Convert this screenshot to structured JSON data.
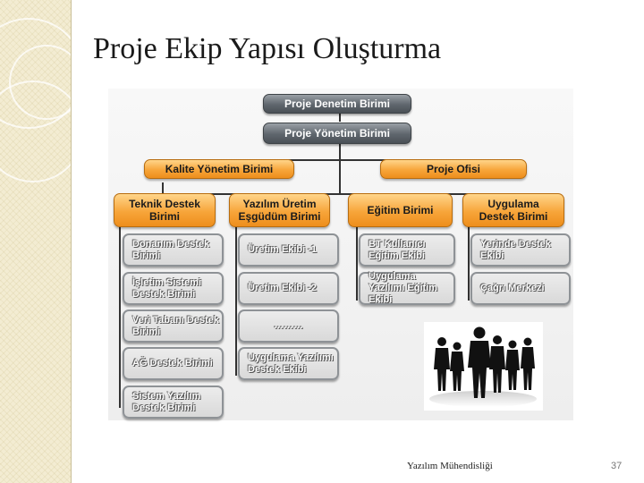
{
  "slide": {
    "title": "Proje Ekip Yapısı Oluşturma",
    "footer": "Yazılım Mühendisliği",
    "page_number": "37"
  },
  "org_chart": {
    "top": [
      "Proje Denetim Birimi",
      "Proje Yönetim Birimi"
    ],
    "level2": [
      "Kalite Yönetim Birimi",
      "Proje Ofisi"
    ],
    "units": [
      {
        "name": "Teknik Destek Birimi",
        "teams": [
          "Donanım Destek Birimi",
          "İşletim Sistemi Destek Birimi",
          "Veri Tabanı Destek Birimi",
          "AĞ Destek Birimi",
          "Sistem Yazılım Destek Birimi"
        ]
      },
      {
        "name": "Yazılım Üretim Eşgüdüm Birimi",
        "teams": [
          "Üretim Ekibi -1",
          "Üretim Ekibi -2",
          "………",
          "Uygulama Yazılımı Destek Ekibi"
        ]
      },
      {
        "name": "Eğitim Birimi",
        "teams": [
          "BT Kullanıcı Eğitim Ekibi",
          "Uygulama Yazılımı Eğitim Ekibi"
        ]
      },
      {
        "name": "Uygulama Destek Birimi",
        "teams": [
          "Yerinde Destek Ekibi",
          "Çağrı Merkezi"
        ]
      }
    ]
  },
  "colors": {
    "header_box": "#5f666d",
    "unit_box": "#f7a53a",
    "team_box": "#d9d9d9",
    "sidebar": "#f3ecd2"
  },
  "icons": {
    "illustration": "business-people-silhouettes"
  }
}
